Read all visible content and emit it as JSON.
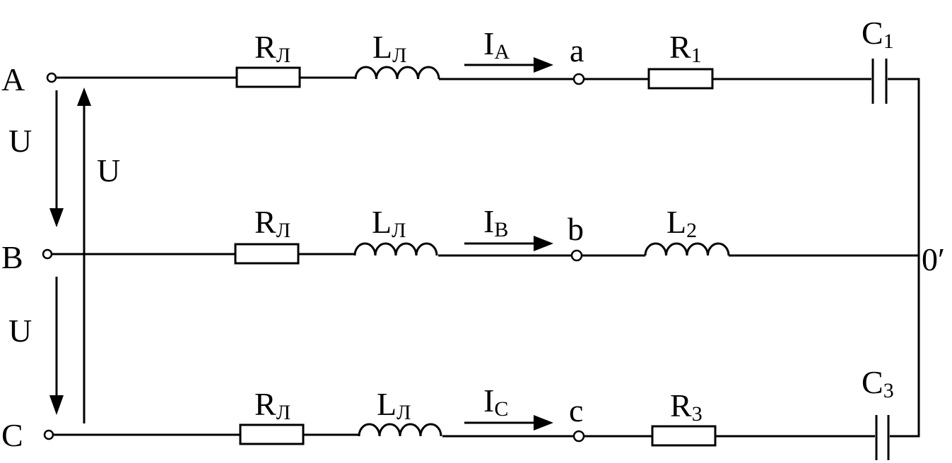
{
  "phases": [
    {
      "id": "A",
      "label": "A",
      "line_r": {
        "base": "R",
        "sub": "Л"
      },
      "line_l": {
        "base": "L",
        "sub": "Л"
      },
      "current": {
        "base": "I",
        "sub": "A"
      },
      "node": "a",
      "load1": {
        "base": "R",
        "sub": "1"
      },
      "load2": {
        "base": "C",
        "sub": "1"
      }
    },
    {
      "id": "B",
      "label": "B",
      "line_r": {
        "base": "R",
        "sub": "Л"
      },
      "line_l": {
        "base": "L",
        "sub": "Л"
      },
      "current": {
        "base": "I",
        "sub": "B"
      },
      "node": "b",
      "load1": {
        "base": "L",
        "sub": "2"
      }
    },
    {
      "id": "C",
      "label": "C",
      "line_r": {
        "base": "R",
        "sub": "Л"
      },
      "line_l": {
        "base": "L",
        "sub": "Л"
      },
      "current": {
        "base": "I",
        "sub": "C"
      },
      "node": "c",
      "load1": {
        "base": "R",
        "sub": "3"
      },
      "load2": {
        "base": "C",
        "sub": "3"
      }
    }
  ],
  "voltages": {
    "ab": "U",
    "bc": "U",
    "ca": "U"
  },
  "neutral": "0′"
}
